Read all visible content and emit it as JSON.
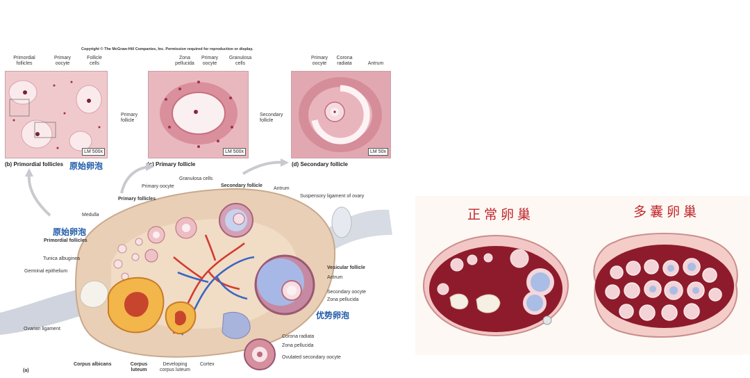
{
  "copyright": "Copyright © The McGraw-Hill Companies, Inc. Permission required for reproduction or display.",
  "panel_b": {
    "labels": [
      "Primordial follicles",
      "Primary oocyte",
      "Follicle cells"
    ],
    "scale": "LM 500x",
    "caption": "(b) Primordial follicles",
    "caption_cn": "原始卵泡"
  },
  "panel_c": {
    "labels": [
      "Zona pellucida",
      "Primary oocyte",
      "Granulosa cells",
      "Primary follicle"
    ],
    "scale": "LM 500x",
    "caption": "(c) Primary follicle"
  },
  "panel_d": {
    "labels": [
      "Primary oocyte",
      "Corona radiata",
      "Antrum",
      "Secondary follicle"
    ],
    "scale": "LM 50x",
    "caption": "(d) Secondary follicle"
  },
  "ovary": {
    "label_top": [
      "Granulosa cells",
      "Primary oocyte",
      "Primary follicles",
      "Secondary follicle",
      "Antrum",
      "Suspensory ligament of ovary"
    ],
    "label_left": [
      "Medulla",
      "原始卵泡",
      "Primordial follicles",
      "Tunica albuginea",
      "Germinal epithelium",
      "Ovarian ligament"
    ],
    "label_right": [
      "Vesicular follicle",
      "Antrum",
      "Secondary oocyte",
      "Zona pellucida",
      "优势卵泡",
      "Corona radiata",
      "Zona pellucida",
      "Ovulated secondary oocyte"
    ],
    "label_bottom": [
      "Corpus albicans",
      "Corpus luteum",
      "Developing corpus luteum",
      "Cortex"
    ],
    "panel_tag": "(a)"
  },
  "comparison": {
    "normal_title": "正常卵巢",
    "pcos_title": "多囊卵巢"
  },
  "colors": {
    "tissue_pink": "#f1cdd1",
    "stroma_tan": "#e9cfb5",
    "vessel_red": "#d23b2f",
    "vessel_blue": "#3a66c4",
    "cn_blue": "#1f5aa8",
    "cn_red": "#c0272d",
    "ovary_red": "#8e1b2b"
  }
}
